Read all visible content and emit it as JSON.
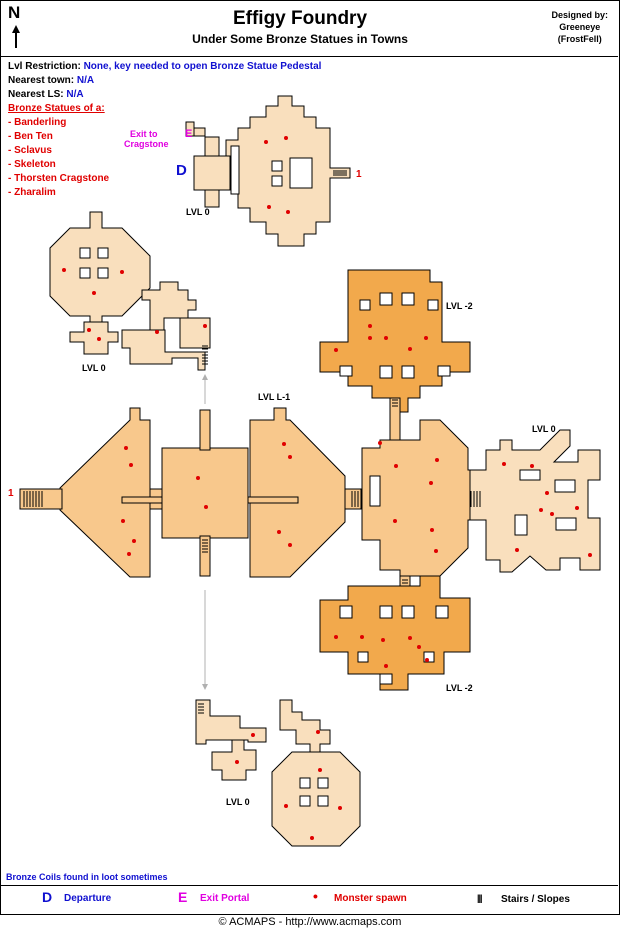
{
  "header": {
    "title": "Effigy Foundry",
    "subtitle": "Under Some Bronze Statues in Towns",
    "north": "N",
    "designer": [
      "Designed by:",
      "Greeneye",
      "(FrostFell)"
    ]
  },
  "info": {
    "restriction_label": "Lvl Restriction:",
    "restriction_value": "None, key needed to open Bronze Statue Pedestal",
    "town_label": "Nearest town:",
    "town_value": "N/A",
    "ls_label": "Nearest LS:",
    "ls_value": "N/A",
    "statues_heading": "Bronze Statues of a:",
    "statues": [
      "- Banderling",
      "- Ben Ten",
      "- Sclavus",
      "- Skeleton",
      "- Thorsten Cragstone",
      "- Zharalim"
    ]
  },
  "map": {
    "exit_label": [
      "Exit to",
      "Cragstone"
    ],
    "departure_marker": "D",
    "exit_marker": "E",
    "level_labels": [
      "LVL 0",
      "LVL 0",
      "LVL L-1",
      "LVL -2",
      "LVL 0",
      "LVL -2",
      "LVL 0"
    ],
    "link_number": "1",
    "colors": {
      "level_0": "#f9dfbd",
      "level_minus_1": "#f8c88c",
      "level_minus_2": "#f2a94c",
      "spawn": "#e00000"
    }
  },
  "footer": {
    "note": "Bronze Coils found in loot sometimes",
    "legend": [
      {
        "symbol": "D",
        "label": "Departure",
        "icon": "departure-icon"
      },
      {
        "symbol": "E",
        "label": "Exit Portal",
        "icon": "exit-portal-icon"
      },
      {
        "symbol": "•",
        "label": "Monster spawn",
        "icon": "monster-spawn-icon"
      },
      {
        "symbol": "|||",
        "label": "Stairs / Slopes",
        "icon": "stairs-icon"
      }
    ],
    "copyright": "© ACMAPS - http://www.acmaps.com"
  }
}
